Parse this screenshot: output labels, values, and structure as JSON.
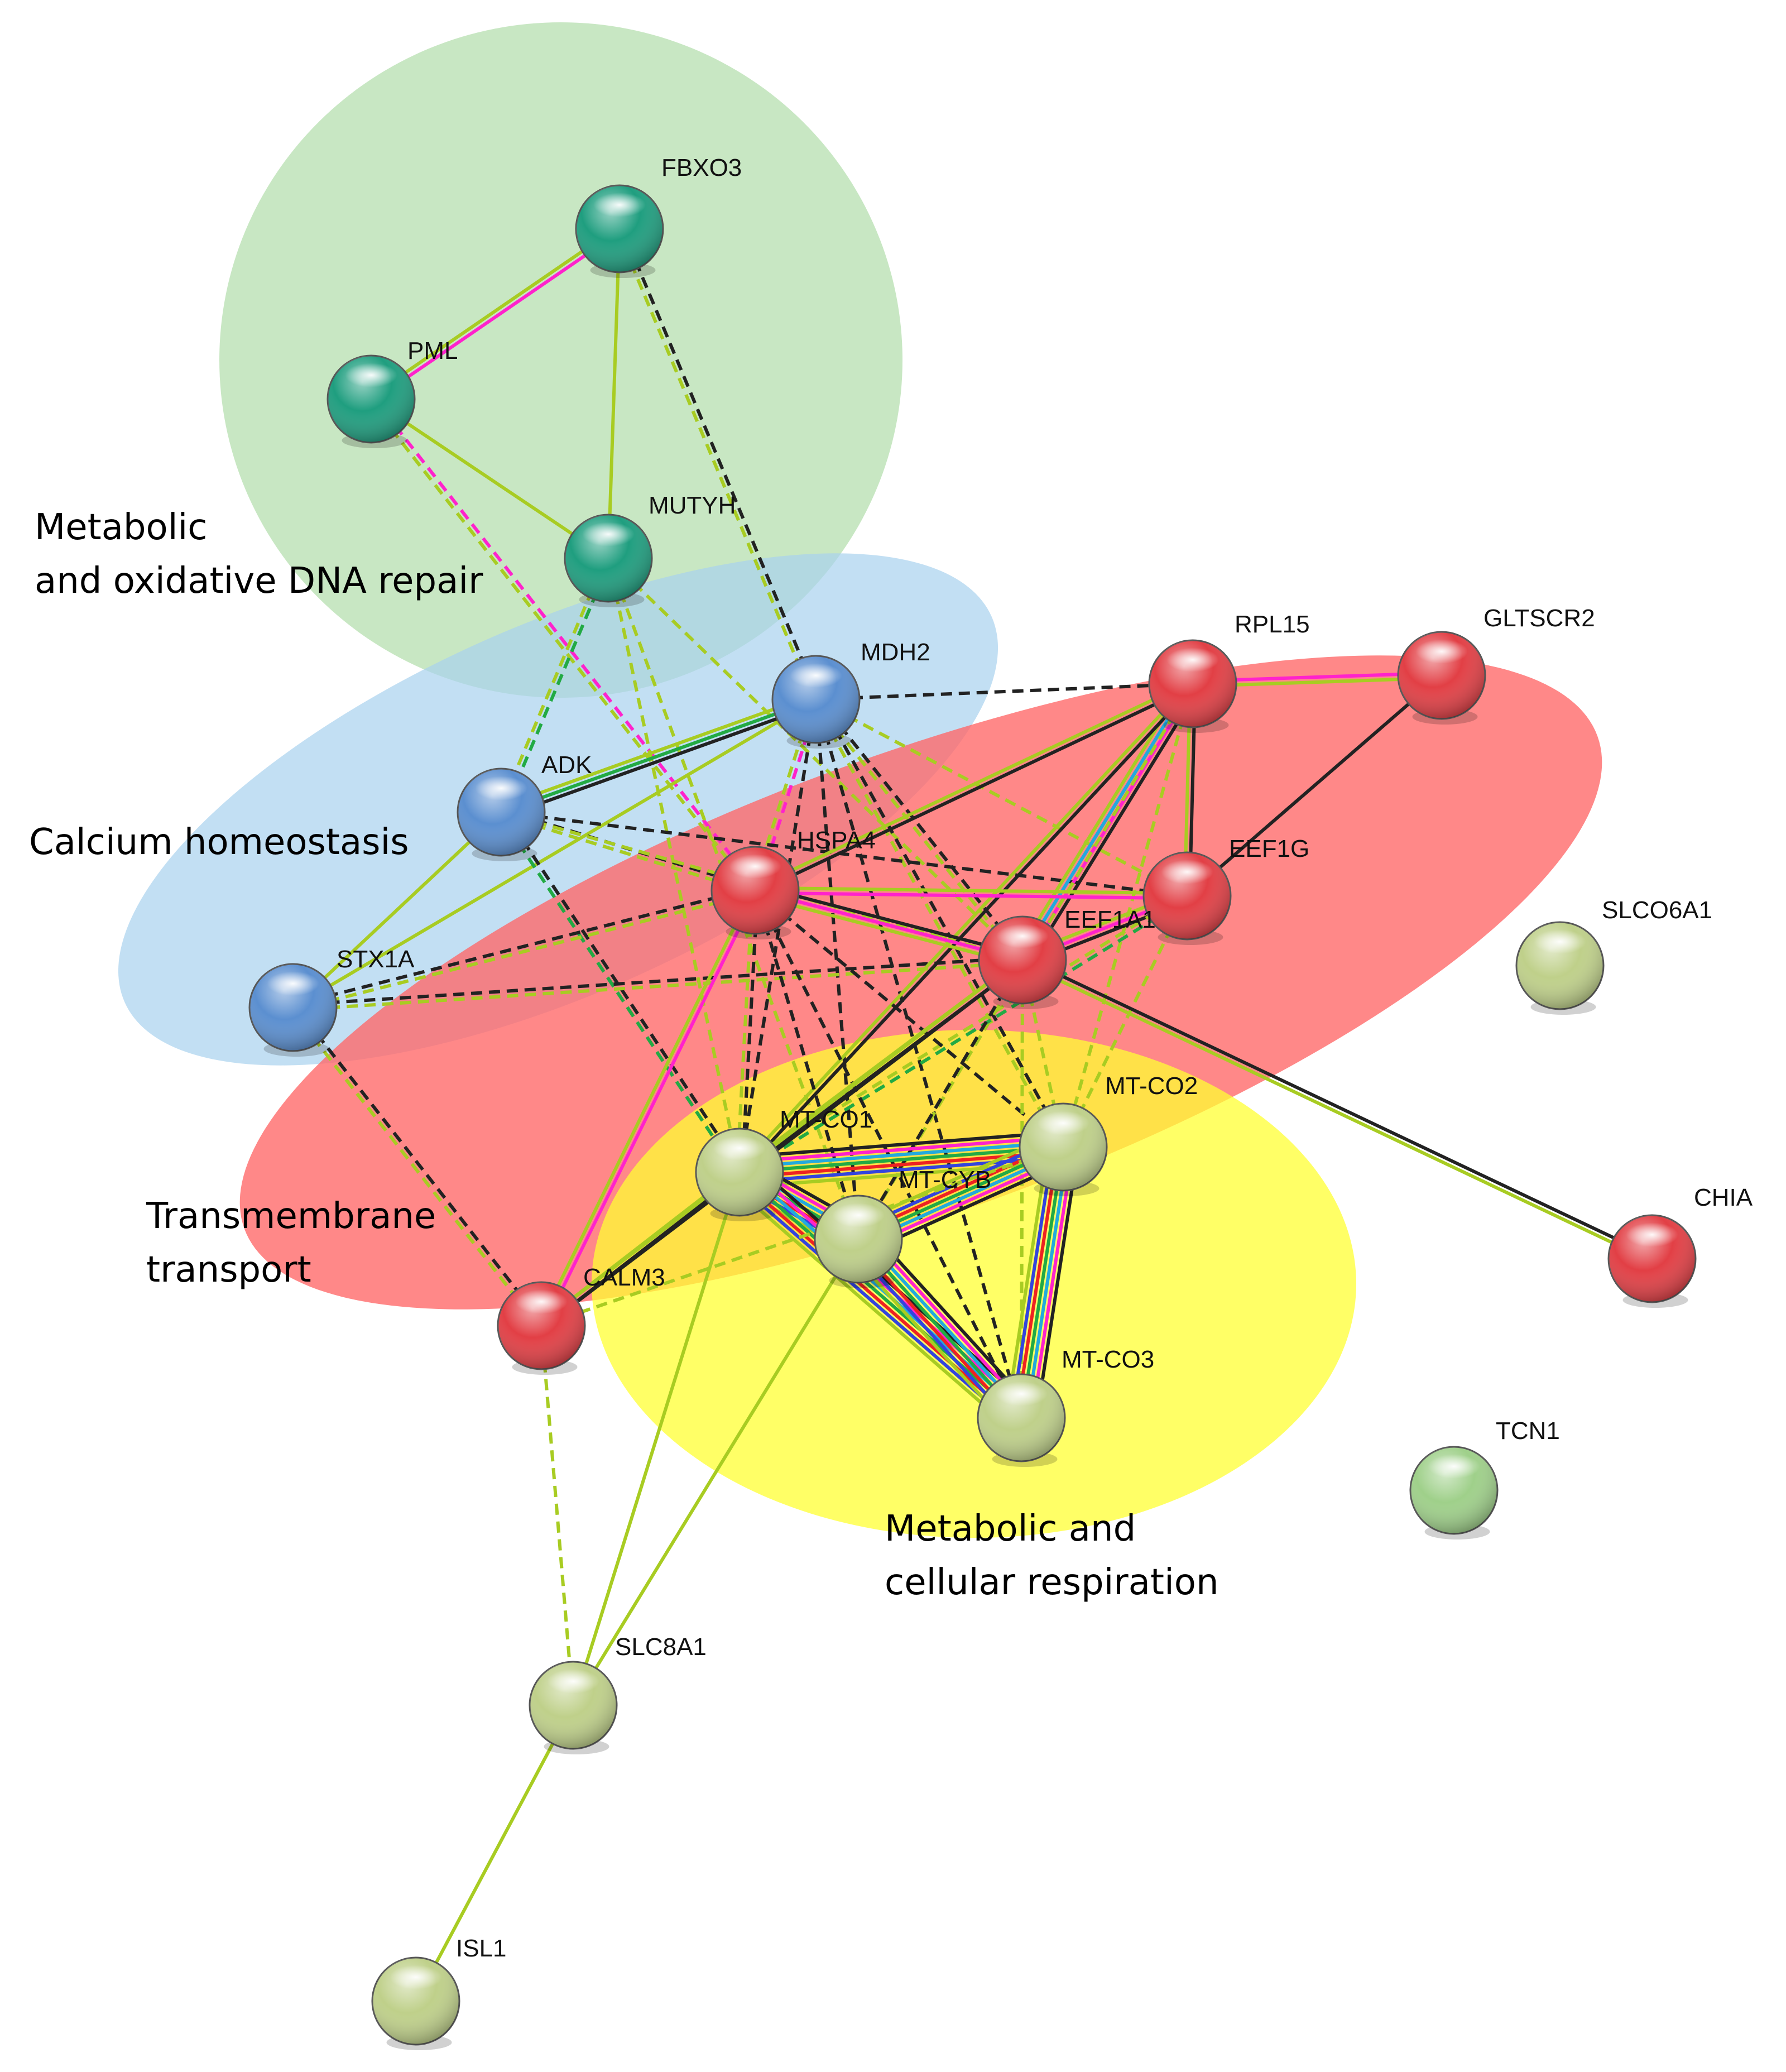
{
  "clusters": [
    {
      "id": "dna-repair",
      "color": "#b9e0b2",
      "label_lines": [
        "Metabolic",
        "and oxidative DNA repair"
      ]
    },
    {
      "id": "calcium",
      "color": "#a8d2ee",
      "label_lines": [
        "Calcium homeostasis"
      ]
    },
    {
      "id": "transmembrane",
      "color": "#ff6666",
      "label_lines": [
        "Transmembrane",
        "transport"
      ]
    },
    {
      "id": "respiration",
      "color": "#ffff33",
      "label_lines": [
        "Metabolic and",
        "cellular respiration"
      ]
    }
  ],
  "node_colors": {
    "teal": "#1f9e7f",
    "blue": "#5b8fd0",
    "red": "#e23f45",
    "khaki": "#bfd08a",
    "lightgreen": "#9fd08a"
  },
  "edge_colors": {
    "textmining": "#a8cc22",
    "coexpression": "#222222",
    "experiments": "#ff22cc",
    "database": "#22aadd",
    "neighborhood": "#22aa44",
    "gene_fusion": "#ee2222",
    "cooccurrence": "#3344dd",
    "homology": "#7755aa"
  },
  "nodes": [
    {
      "id": "FBXO3",
      "label": "FBXO3",
      "color": "teal"
    },
    {
      "id": "PML",
      "label": "PML",
      "color": "teal"
    },
    {
      "id": "MUTYH",
      "label": "MUTYH",
      "color": "teal"
    },
    {
      "id": "MDH2",
      "label": "MDH2",
      "color": "blue"
    },
    {
      "id": "ADK",
      "label": "ADK",
      "color": "blue"
    },
    {
      "id": "STX1A",
      "label": "STX1A",
      "color": "blue"
    },
    {
      "id": "RPL15",
      "label": "RPL15",
      "color": "red"
    },
    {
      "id": "GLTSCR2",
      "label": "GLTSCR2",
      "color": "red"
    },
    {
      "id": "EEF1G",
      "label": "EEF1G",
      "color": "red"
    },
    {
      "id": "HSPA4",
      "label": "HSPA4",
      "color": "red"
    },
    {
      "id": "EEF1A1",
      "label": "EEF1A1",
      "color": "red"
    },
    {
      "id": "SLCO6A1",
      "label": "SLCO6A1",
      "color": "khaki"
    },
    {
      "id": "MT-CO1",
      "label": "MT-CO1",
      "color": "khaki"
    },
    {
      "id": "MT-CO2",
      "label": "MT-CO2",
      "color": "khaki"
    },
    {
      "id": "MT-CYB",
      "label": "MT-CYB",
      "color": "khaki"
    },
    {
      "id": "MT-CO3",
      "label": "MT-CO3",
      "color": "khaki"
    },
    {
      "id": "CALM3",
      "label": "CALM3",
      "color": "red"
    },
    {
      "id": "CHIA",
      "label": "CHIA",
      "color": "red"
    },
    {
      "id": "TCN1",
      "label": "TCN1",
      "color": "lightgreen"
    },
    {
      "id": "SLC8A1",
      "label": "SLC8A1",
      "color": "khaki"
    },
    {
      "id": "ISL1",
      "label": "ISL1",
      "color": "khaki"
    }
  ],
  "edges": [
    {
      "from": "FBXO3",
      "to": "PML",
      "types": [
        "experiments",
        "textmining"
      ],
      "dashed": false
    },
    {
      "from": "FBXO3",
      "to": "MUTYH",
      "types": [
        "textmining"
      ],
      "dashed": false
    },
    {
      "from": "PML",
      "to": "MUTYH",
      "types": [
        "textmining"
      ],
      "dashed": false
    },
    {
      "from": "FBXO3",
      "to": "MDH2",
      "types": [
        "coexpression",
        "textmining"
      ],
      "dashed": true
    },
    {
      "from": "PML",
      "to": "HSPA4",
      "types": [
        "experiments",
        "textmining"
      ],
      "dashed": true
    },
    {
      "from": "MUTYH",
      "to": "ADK",
      "types": [
        "neighborhood",
        "textmining"
      ],
      "dashed": true
    },
    {
      "from": "MUTYH",
      "to": "MT-CO1",
      "types": [
        "textmining"
      ],
      "dashed": true
    },
    {
      "from": "MUTYH",
      "to": "MT-CYB",
      "types": [
        "textmining"
      ],
      "dashed": true
    },
    {
      "from": "MUTYH",
      "to": "EEF1A1",
      "types": [
        "textmining"
      ],
      "dashed": true
    },
    {
      "from": "MDH2",
      "to": "RPL15",
      "types": [
        "coexpression"
      ],
      "dashed": true
    },
    {
      "from": "MDH2",
      "to": "ADK",
      "types": [
        "coexpression",
        "neighborhood",
        "textmining"
      ],
      "dashed": false
    },
    {
      "from": "MDH2",
      "to": "STX1A",
      "types": [
        "textmining"
      ],
      "dashed": false
    },
    {
      "from": "MDH2",
      "to": "HSPA4",
      "types": [
        "experiments",
        "textmining"
      ],
      "dashed": true
    },
    {
      "from": "MDH2",
      "to": "EEF1A1",
      "types": [
        "coexpression",
        "textmining"
      ],
      "dashed": true
    },
    {
      "from": "MDH2",
      "to": "EEF1G",
      "types": [
        "textmining"
      ],
      "dashed": true
    },
    {
      "from": "MDH2",
      "to": "MT-CO1",
      "types": [
        "coexpression"
      ],
      "dashed": true
    },
    {
      "from": "MDH2",
      "to": "MT-CO2",
      "types": [
        "coexpression",
        "textmining"
      ],
      "dashed": true
    },
    {
      "from": "MDH2",
      "to": "MT-CYB",
      "types": [
        "coexpression"
      ],
      "dashed": true
    },
    {
      "from": "MDH2",
      "to": "MT-CO3",
      "types": [
        "coexpression"
      ],
      "dashed": true
    },
    {
      "from": "ADK",
      "to": "STX1A",
      "types": [
        "textmining"
      ],
      "dashed": false
    },
    {
      "from": "ADK",
      "to": "HSPA4",
      "types": [
        "coexpression",
        "textmining"
      ],
      "dashed": true
    },
    {
      "from": "ADK",
      "to": "EEF1G",
      "types": [
        "coexpression"
      ],
      "dashed": true
    },
    {
      "from": "ADK",
      "to": "EEF1A1",
      "types": [
        "textmining"
      ],
      "dashed": true
    },
    {
      "from": "ADK",
      "to": "MT-CO1",
      "types": [
        "coexpression",
        "neighborhood"
      ],
      "dashed": true
    },
    {
      "from": "STX1A",
      "to": "HSPA4",
      "types": [
        "coexpression",
        "textmining"
      ],
      "dashed": true
    },
    {
      "from": "STX1A",
      "to": "EEF1A1",
      "types": [
        "coexpression",
        "textmining"
      ],
      "dashed": true
    },
    {
      "from": "STX1A",
      "to": "CALM3",
      "types": [
        "coexpression",
        "textmining"
      ],
      "dashed": true
    },
    {
      "from": "RPL15",
      "to": "GLTSCR2",
      "types": [
        "experiments",
        "textmining"
      ],
      "dashed": false
    },
    {
      "from": "RPL15",
      "to": "EEF1G",
      "types": [
        "coexpression",
        "textmining"
      ],
      "dashed": false
    },
    {
      "from": "RPL15",
      "to": "EEF1A1",
      "types": [
        "coexpression",
        "experiments",
        "database",
        "textmining"
      ],
      "dashed": false
    },
    {
      "from": "RPL15",
      "to": "HSPA4",
      "types": [
        "coexpression",
        "textmining"
      ],
      "dashed": false
    },
    {
      "from": "RPL15",
      "to": "MT-CO1",
      "types": [
        "coexpression",
        "textmining"
      ],
      "dashed": false
    },
    {
      "from": "RPL15",
      "to": "MT-CO2",
      "types": [
        "textmining"
      ],
      "dashed": true
    },
    {
      "from": "RPL15",
      "to": "MT-CYB",
      "types": [
        "textmining"
      ],
      "dashed": true
    },
    {
      "from": "GLTSCR2",
      "to": "EEF1G",
      "types": [
        "coexpression"
      ],
      "dashed": false
    },
    {
      "from": "EEF1G",
      "to": "EEF1A1",
      "types": [
        "coexpression",
        "experiments",
        "textmining"
      ],
      "dashed": false
    },
    {
      "from": "EEF1G",
      "to": "HSPA4",
      "types": [
        "experiments",
        "textmining"
      ],
      "dashed": false
    },
    {
      "from": "EEF1G",
      "to": "MT-CO1",
      "types": [
        "neighborhood",
        "textmining"
      ],
      "dashed": true
    },
    {
      "from": "EEF1G",
      "to": "MT-CO2",
      "types": [
        "textmining"
      ],
      "dashed": true
    },
    {
      "from": "HSPA4",
      "to": "EEF1A1",
      "types": [
        "coexpression",
        "experiments",
        "textmining"
      ],
      "dashed": false
    },
    {
      "from": "HSPA4",
      "to": "MT-CO1",
      "types": [
        "coexpression",
        "textmining"
      ],
      "dashed": true
    },
    {
      "from": "HSPA4",
      "to": "MT-CYB",
      "types": [
        "coexpression"
      ],
      "dashed": true
    },
    {
      "from": "HSPA4",
      "to": "MT-CO2",
      "types": [
        "coexpression"
      ],
      "dashed": true
    },
    {
      "from": "HSPA4",
      "to": "MT-CO3",
      "types": [
        "coexpression"
      ],
      "dashed": true
    },
    {
      "from": "HSPA4",
      "to": "CALM3",
      "types": [
        "experiments",
        "textmining"
      ],
      "dashed": false
    },
    {
      "from": "EEF1A1",
      "to": "MT-CO1",
      "types": [
        "coexpression",
        "textmining"
      ],
      "dashed": false
    },
    {
      "from": "EEF1A1",
      "to": "MT-CYB",
      "types": [
        "coexpression"
      ],
      "dashed": true
    },
    {
      "from": "EEF1A1",
      "to": "MT-CO2",
      "types": [
        "textmining"
      ],
      "dashed": true
    },
    {
      "from": "EEF1A1",
      "to": "MT-CO3",
      "types": [
        "textmining"
      ],
      "dashed": true
    },
    {
      "from": "EEF1A1",
      "to": "CALM3",
      "types": [
        "coexpression",
        "textmining"
      ],
      "dashed": false
    },
    {
      "from": "EEF1A1",
      "to": "CHIA",
      "types": [
        "coexpression",
        "textmining"
      ],
      "dashed": false
    },
    {
      "from": "MT-CO1",
      "to": "MT-CO2",
      "types": [
        "coexpression",
        "experiments",
        "database",
        "neighborhood",
        "gene_fusion",
        "cooccurrence",
        "textmining"
      ],
      "dashed": false
    },
    {
      "from": "MT-CO1",
      "to": "MT-CYB",
      "types": [
        "coexpression",
        "experiments",
        "database",
        "neighborhood",
        "gene_fusion",
        "cooccurrence",
        "textmining"
      ],
      "dashed": false
    },
    {
      "from": "MT-CO1",
      "to": "MT-CO3",
      "types": [
        "coexpression",
        "experiments",
        "database",
        "neighborhood",
        "gene_fusion",
        "cooccurrence",
        "textmining"
      ],
      "dashed": false
    },
    {
      "from": "MT-CO2",
      "to": "MT-CYB",
      "types": [
        "coexpression",
        "experiments",
        "database",
        "neighborhood",
        "gene_fusion",
        "cooccurrence",
        "textmining"
      ],
      "dashed": false
    },
    {
      "from": "MT-CO2",
      "to": "MT-CO3",
      "types": [
        "coexpression",
        "experiments",
        "database",
        "neighborhood",
        "gene_fusion",
        "cooccurrence",
        "textmining"
      ],
      "dashed": false
    },
    {
      "from": "MT-CYB",
      "to": "MT-CO3",
      "types": [
        "coexpression",
        "experiments",
        "database",
        "neighborhood",
        "gene_fusion",
        "cooccurrence",
        "textmining"
      ],
      "dashed": false
    },
    {
      "from": "MT-CO1",
      "to": "CALM3",
      "types": [
        "coexpression",
        "textmining"
      ],
      "dashed": false
    },
    {
      "from": "MT-CO2",
      "to": "CALM3",
      "types": [
        "textmining"
      ],
      "dashed": true
    },
    {
      "from": "MT-CO1",
      "to": "SLC8A1",
      "types": [
        "textmining"
      ],
      "dashed": false
    },
    {
      "from": "MT-CYB",
      "to": "SLC8A1",
      "types": [
        "textmining"
      ],
      "dashed": false
    },
    {
      "from": "CALM3",
      "to": "SLC8A1",
      "types": [
        "textmining"
      ],
      "dashed": true
    },
    {
      "from": "SLC8A1",
      "to": "ISL1",
      "types": [
        "textmining"
      ],
      "dashed": false
    }
  ]
}
